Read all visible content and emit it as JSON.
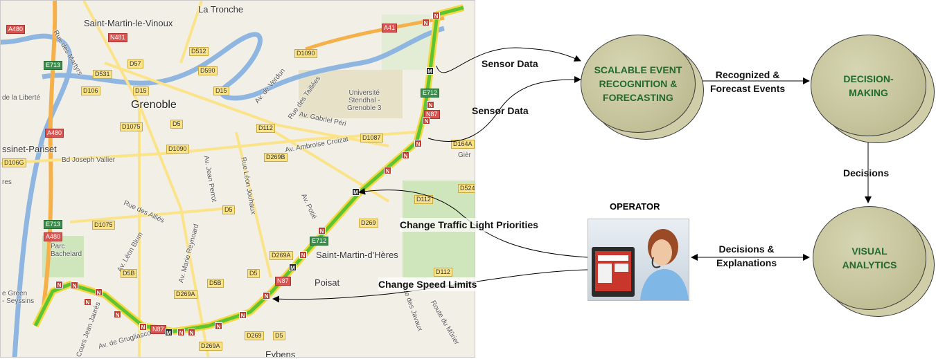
{
  "map": {
    "places": [
      "La Tronche",
      "Saint-Martin-le-Vinoux",
      "Grenoble",
      "Université\nStendhal -\nGrenoble 3",
      "ssinet-Pariset",
      "Saint-Martin-d'Hères",
      "Poisat",
      "Parc\nBachelard",
      "e Green\n- Seyssins",
      "Eybens",
      "Gièr",
      "res"
    ],
    "streets": [
      "Rue des Martyrs",
      "de la Liberté",
      "Av. de Verdun",
      "Rue des Taillées",
      "Av. Gabriel Péri",
      "Av. Ambroise Croizat",
      "Bd Joseph Vallier",
      "Rue des Alliés",
      "Av. Jean Perrot",
      "Rue Léon Jouhaux",
      "Av. Potié",
      "Av. Léon Blum",
      "Av. Marie Reynoard",
      "Av. de Grugliasco",
      "Cours Jean Jaurès",
      "rue des Javaux",
      "Route du Mûrier"
    ],
    "shields": [
      "A480",
      "N481",
      "D512",
      "D1090",
      "A41",
      "D57",
      "D590",
      "E713",
      "D531",
      "D106",
      "D15",
      "D15",
      "E712",
      "N87",
      "D1075",
      "D5",
      "D112",
      "D1087",
      "D164A",
      "A480",
      "D1090",
      "D269B",
      "D106G",
      "D524",
      "D112",
      "E713",
      "D1075",
      "D5",
      "D269",
      "A480",
      "E712",
      "D269A",
      "D5",
      "N87",
      "D5B",
      "D5B",
      "D269A",
      "D112",
      "N87",
      "D269",
      "D5",
      "D269A"
    ],
    "markers": [
      "N",
      "N",
      "M",
      "N",
      "N",
      "N",
      "N",
      "N",
      "M",
      "N",
      "N",
      "M",
      "N",
      "N",
      "N",
      "N",
      "N",
      "N",
      "N",
      "N",
      "N",
      "N",
      "M",
      "N"
    ]
  },
  "nodes": {
    "recognition": "SCALABLE EVENT\nRECOGNITION &\nFORECASTING",
    "decision": "DECISION-\nMAKING",
    "visual": "VISUAL\nANALYTICS"
  },
  "edges": {
    "sensor1": "Sensor Data",
    "sensor2": "Sensor Data",
    "recognized": "Recognized &\nForecast Events",
    "decisions": "Decisions",
    "explanations": "Decisions &\nExplanations",
    "traffic": "Change Traffic Light Priorities",
    "speed": "Change Speed Limits"
  },
  "operator": {
    "title": "OPERATOR"
  },
  "colors": {
    "node_text": "#1f6a2e",
    "node_fill": "#c6c49c",
    "route_green": "#5cc531",
    "route_yellow": "#f5d742",
    "river": "#8fb6e0",
    "motorway": "#f6b04a"
  }
}
